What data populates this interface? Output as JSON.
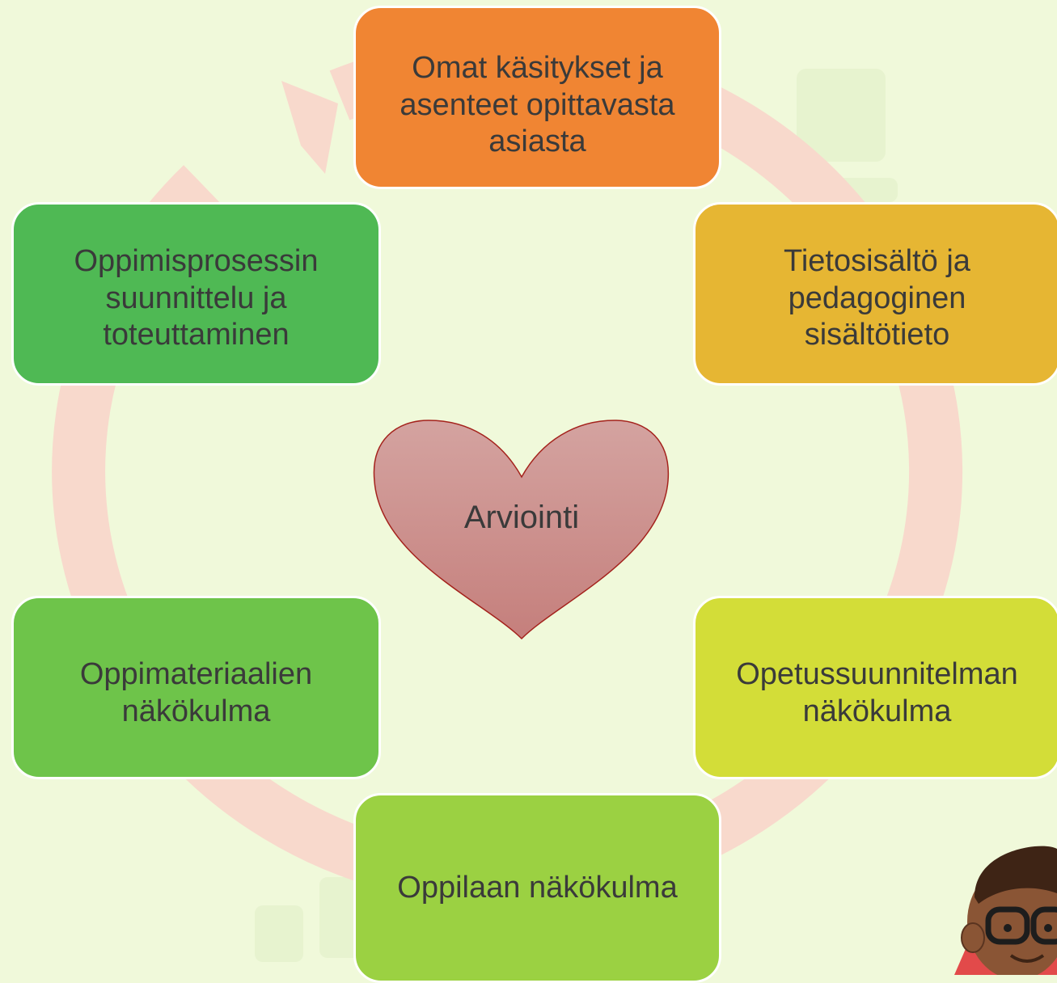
{
  "colors": {
    "background": "#f0f9da",
    "cycle_arrow": "#f8d9cc",
    "heart_top": "#d4a3a0",
    "heart_bottom": "#c57f7c",
    "heart_stroke": "#a4221c"
  },
  "center": {
    "label": "Arviointi",
    "shape": "heart"
  },
  "boxes": {
    "top": {
      "text": "Omat käsitykset ja\nasenteet opittavasta\nasiasta",
      "color": "#f08533"
    },
    "top_right": {
      "text": "Tietosisältö ja\npedagoginen\nsisältötieto",
      "color": "#e6b633"
    },
    "bottom_right": {
      "text": "Opetussuunnitelman\nnäkökulma",
      "color": "#d3dd38"
    },
    "bottom": {
      "text": "Oppilaan näkökulma",
      "color": "#9bd142"
    },
    "bottom_left": {
      "text": "Oppimateriaalien\nnäkökulma",
      "color": "#6ec44a"
    },
    "top_left": {
      "text": "Oppimisprosessin\nsuunnittelu ja\ntoteuttaminen",
      "color": "#4fb954"
    }
  },
  "illustration": "character-with-glasses"
}
